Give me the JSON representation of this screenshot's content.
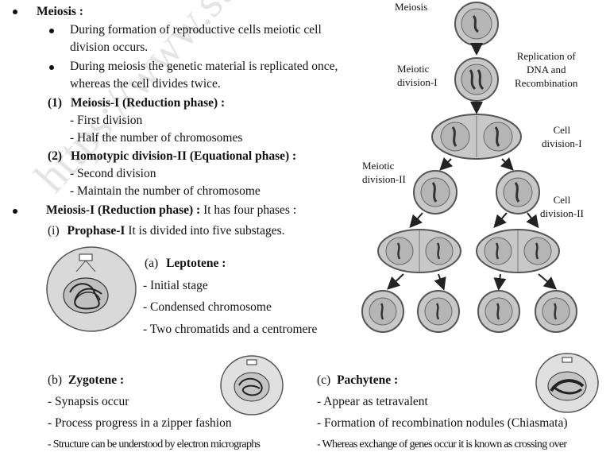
{
  "watermark": "https://www.studiestoday.com",
  "heading": "Meiosis :",
  "bullets": [
    {
      "line1": "During formation of reproductive cells meiotic cell",
      "line2": "division occurs."
    },
    {
      "line1": "During meiosis the genetic material is replicated once,",
      "line2": "whereas the cell divides twice."
    }
  ],
  "meiosis1": {
    "num": "(1)",
    "title": "Meiosis-I (Reduction phase) :",
    "items": [
      "- First division",
      "- Half the number of chromosomes"
    ]
  },
  "meiosis2": {
    "num": "(2)",
    "title": "Homotypic division-II (Equational phase) :",
    "items": [
      "- Second division",
      "- Maintain the number of chromosome"
    ]
  },
  "phases": {
    "bold": "Meiosis-I (Reduction phase) :",
    "rest": "It has four phases :"
  },
  "prophase": {
    "num": "(i)",
    "bold": "Prophase-I",
    "rest": "It is divided into five substages."
  },
  "leptotene": {
    "num": "(a)",
    "title": "Leptotene :",
    "items": [
      "- Initial stage",
      "- Condensed chromosome",
      "- Two chromatids and a centromere"
    ]
  },
  "zygotene": {
    "num": "(b)",
    "title": "Zygotene :",
    "items": [
      "- Synapsis occur",
      "- Process progress in a zipper fashion",
      "- Structure can be understood by electron micrographs"
    ]
  },
  "pachytene": {
    "num": "(c)",
    "title": "Pachytene :",
    "items": [
      "- Appear as tetravalent",
      "- Formation of recombination nodules (Chiasmata)",
      "- Whereas exchange of genes occur it is known as crossing over"
    ]
  },
  "diagram": {
    "labels": {
      "meiosis": "Meiosis",
      "meiotic_division_1": [
        "Meiotic",
        "division-I"
      ],
      "replication": [
        "Replication of",
        "DNA and",
        "Recombination"
      ],
      "cell_division_1": [
        "Cell",
        "division-I"
      ],
      "meiotic_division_2": [
        "Meiotic",
        "division-II"
      ],
      "cell_division_2": [
        "Cell",
        "division-II"
      ]
    }
  },
  "colors": {
    "cell_fill": "#c8c8c8",
    "cell_stroke": "#555555",
    "chromosome": "#333333"
  }
}
